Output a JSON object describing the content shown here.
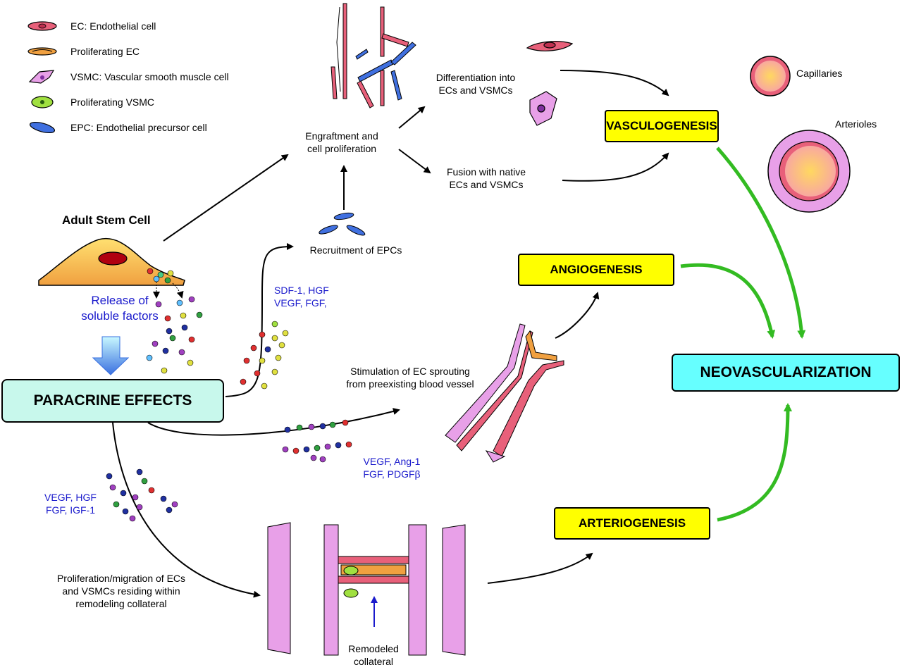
{
  "legend": [
    {
      "label": "EC: Endothelial cell",
      "icon": "endothelial-cell-icon",
      "color": "#e8607a"
    },
    {
      "label": "Proliferating EC",
      "icon": "proliferating-ec-icon",
      "color": "#f0a040"
    },
    {
      "label": "VSMC: Vascular smooth muscle cell",
      "icon": "vsmc-icon",
      "color": "#e8a0e8"
    },
    {
      "label": "Proliferating VSMC",
      "icon": "proliferating-vsmc-icon",
      "color": "#a0e040"
    },
    {
      "label": "EPC: Endothelial precursor cell",
      "icon": "epc-icon",
      "color": "#4070e0"
    }
  ],
  "stem_cell": {
    "title": "Adult Stem Cell",
    "release_line1": "Release of",
    "release_line2": "soluble factors"
  },
  "paracrine": {
    "label": "PARACRINE EFFECTS"
  },
  "engraftment": {
    "line1": "Engraftment and",
    "line2": "cell proliferation"
  },
  "differentiation": {
    "line1": "Differentiation into",
    "line2": "ECs and VSMCs"
  },
  "fusion": {
    "line1": "Fusion with native",
    "line2": "ECs and VSMCs"
  },
  "recruitment": {
    "label": "Recruitment of EPCs"
  },
  "factors_sdf": {
    "line1": "SDF-1, HGF",
    "line2": "VEGF, FGF,"
  },
  "stimulation": {
    "line1": "Stimulation of EC sprouting",
    "line2": "from preexisting blood vessel"
  },
  "factors_ang": {
    "line1": "VEGF, Ang-1",
    "line2": "FGF, PDGFβ"
  },
  "factors_igf": {
    "line1": "VEGF, HGF",
    "line2": "FGF, IGF-1"
  },
  "proliferation": {
    "line1": "Proliferation/migration of ECs",
    "line2": "and VSMCs residing within",
    "line3": "remodeling collateral"
  },
  "remodeled": {
    "line1": "Remodeled",
    "line2": "collateral"
  },
  "capillaries": {
    "label": "Capillaries"
  },
  "arterioles": {
    "label": "Arterioles"
  },
  "boxes": {
    "vasculogenesis": "VASCULOGENESIS",
    "angiogenesis": "ANGIOGENESIS",
    "arteriogenesis": "ARTERIOGENESIS",
    "neovascularization": "NEOVASCULARIZATION"
  },
  "colors": {
    "yellow_box": "#ffff00",
    "cyan_box": "#66ffff",
    "paracrine_box": "#c8f8ec",
    "green_arrow": "#33bb22",
    "factor_text": "#1a1acc"
  }
}
